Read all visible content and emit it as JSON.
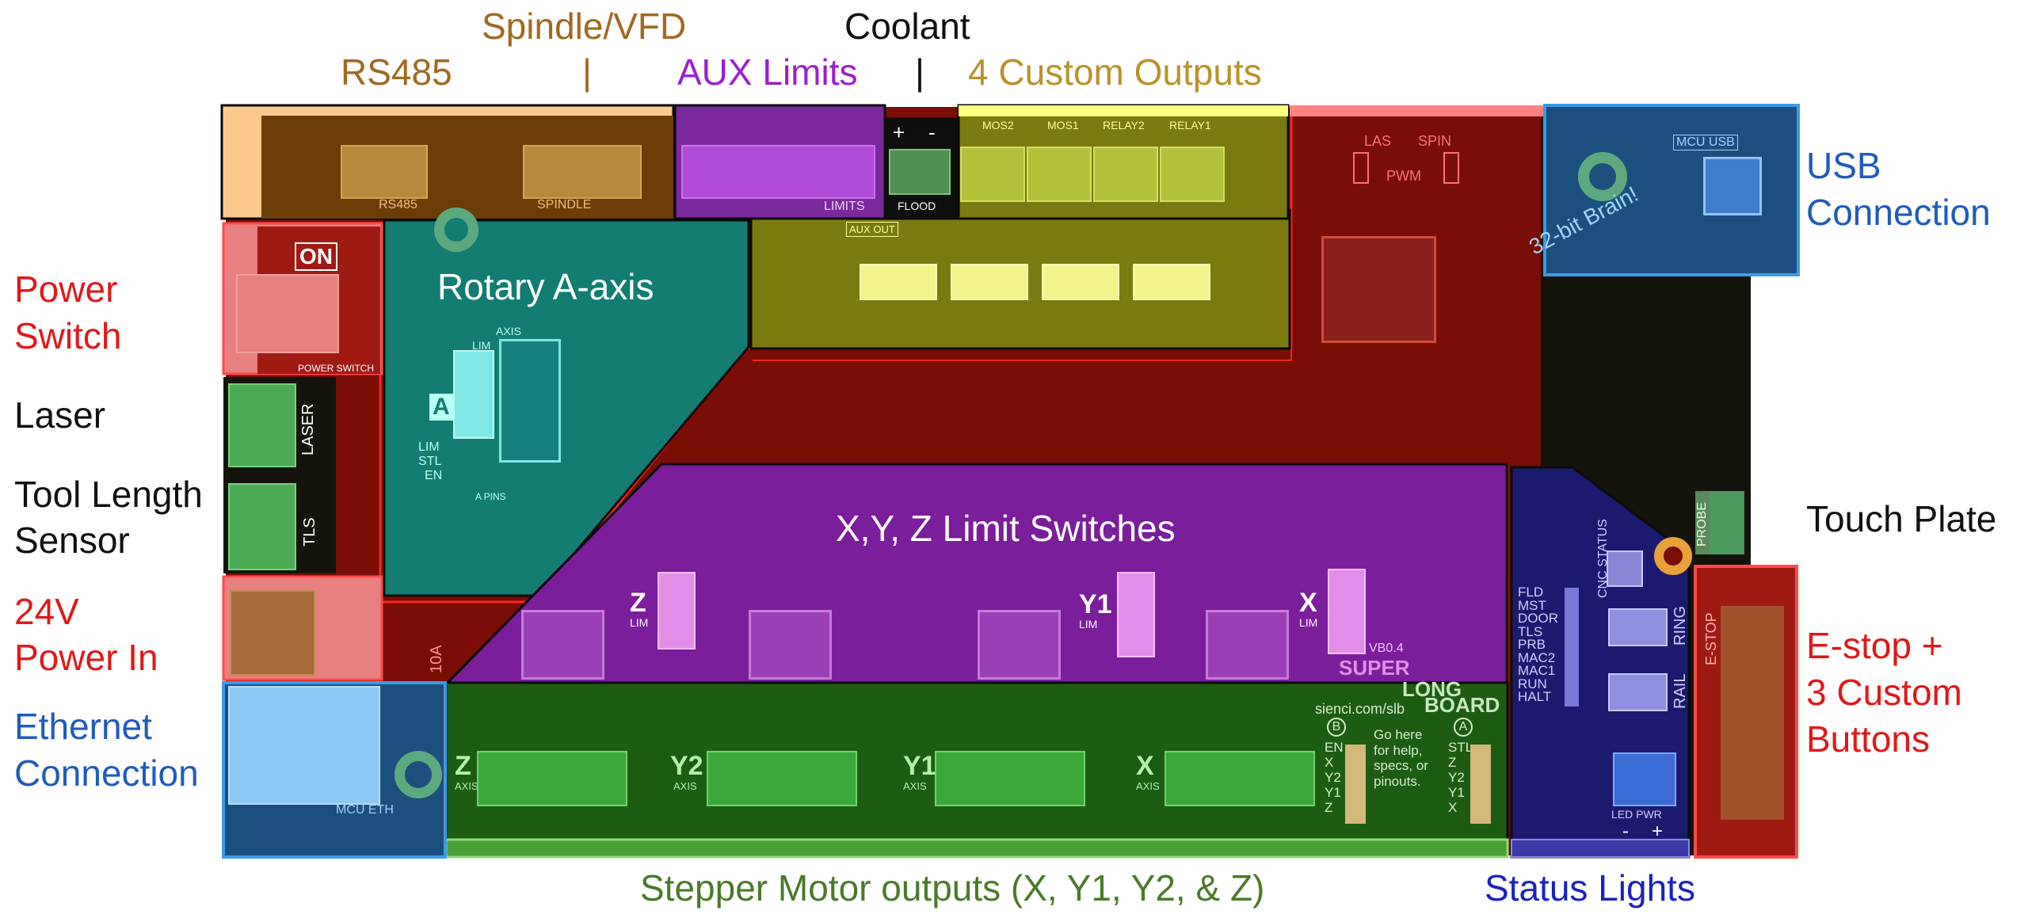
{
  "colors": {
    "rs485": "#a0691f",
    "aux_limits": "#9b1fd0",
    "coolant": "#000000",
    "custom_outputs": "#b8922a",
    "red_label": "#e0181b",
    "blue_label": "#1f5bbf",
    "green_label": "#4a7a28",
    "status_label": "#1a22c0",
    "black_label": "#111111",
    "board_red": "#7a0e06",
    "board_dark": "#14140c",
    "teal_zone": "#137d73",
    "purple_zone": "#7a1e9c",
    "green_zone": "#1e5c14",
    "olive_zone": "#7b7a10",
    "navy_zone": "#1c1a6e",
    "usb_zone": "#1d4f7e"
  },
  "labels": {
    "spindle_vfd": "Spindle/VFD",
    "coolant": "Coolant",
    "rs485": "RS485",
    "sep1": "|",
    "aux_limits": "AUX Limits",
    "sep2": "|",
    "custom_outputs": "4 Custom Outputs",
    "power_switch_l1": "Power",
    "power_switch_l2": "Switch",
    "laser": "Laser",
    "tls_l1": "Tool Length",
    "tls_l2": "Sensor",
    "power_in_l1": "24V",
    "power_in_l2": "Power In",
    "ethernet_l1": "Ethernet",
    "ethernet_l2": "Connection",
    "usb_l1": "USB",
    "usb_l2": "Connection",
    "touch_plate": "Touch Plate",
    "estop_l1": "E-stop +",
    "estop_l2": "3 Custom",
    "estop_l3": "Buttons",
    "stepper": "Stepper Motor outputs (X, Y1, Y2, & Z)",
    "status_lights": "Status Lights",
    "rotary": "Rotary A-axis",
    "limit_switches": "X,Y, Z Limit Switches"
  },
  "silkscreen": {
    "rs485": "RS485",
    "spindle": "SPINDLE",
    "limits": "LIMITS",
    "flood": "FLOOD",
    "mos2": "MOS2",
    "mos1": "MOS1",
    "relay2": "RELAY2",
    "relay1": "RELAY1",
    "aux_out": "AUX OUT",
    "las": "LAS",
    "spin": "SPIN",
    "pwm": "PWM",
    "mcu_usb": "MCU USB",
    "brain": "32-bit Brain!",
    "on": "ON",
    "power_switch": "POWER SWITCH",
    "laser": "LASER",
    "tls": "TLS",
    "axis": "AXIS",
    "lim": "LIM",
    "a": "A",
    "stl": "STL",
    "en": "EN",
    "a_pins": "A PINS",
    "z": "Z",
    "y1": "Y1",
    "x": "X",
    "y2": "Y2",
    "vb": "VB0.4",
    "super": "SUPER",
    "long": "LONG",
    "board": "BOARD",
    "url": "sienci.com/slb",
    "go_here": "Go here for help, specs, or pinouts.",
    "cnc_status": "CNC STATUS",
    "ring": "RING",
    "rail": "RAIL",
    "estop": "E-STOP",
    "probe": "PROBE",
    "led_pwr": "LED PWR",
    "mcu_eth": "MCU ETH",
    "status_list": [
      "FLD",
      "MST",
      "DOOR",
      "TLS",
      "PRB",
      "MAC2",
      "MAC1",
      "RUN",
      "HALT"
    ],
    "b_list": [
      "EN",
      "X",
      "Y2",
      "Y1",
      "Z"
    ],
    "a_list": [
      "STL",
      "Z",
      "Y2",
      "Y1",
      "X"
    ],
    "circle_b": "B",
    "circle_a": "A",
    "plus": "+",
    "minus": "-",
    "fuse": "10A"
  }
}
